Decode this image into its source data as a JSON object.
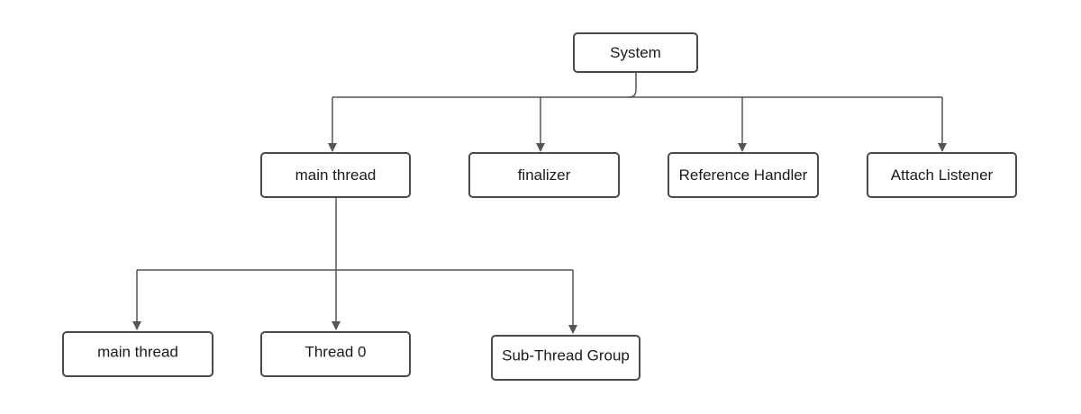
{
  "diagram": {
    "nodes": {
      "system": "System",
      "main_thread": "main thread",
      "finalizer": "finalizer",
      "reference_handler": "Reference Handler",
      "attach_listener": "Attach Listener",
      "main_thread_child": "main thread",
      "thread_0": "Thread 0",
      "sub_thread_group": "Sub-Thread Group"
    },
    "colors": {
      "box_stroke": "#4a4a4a",
      "edge": "#555555",
      "text": "#1a1a1a"
    }
  }
}
